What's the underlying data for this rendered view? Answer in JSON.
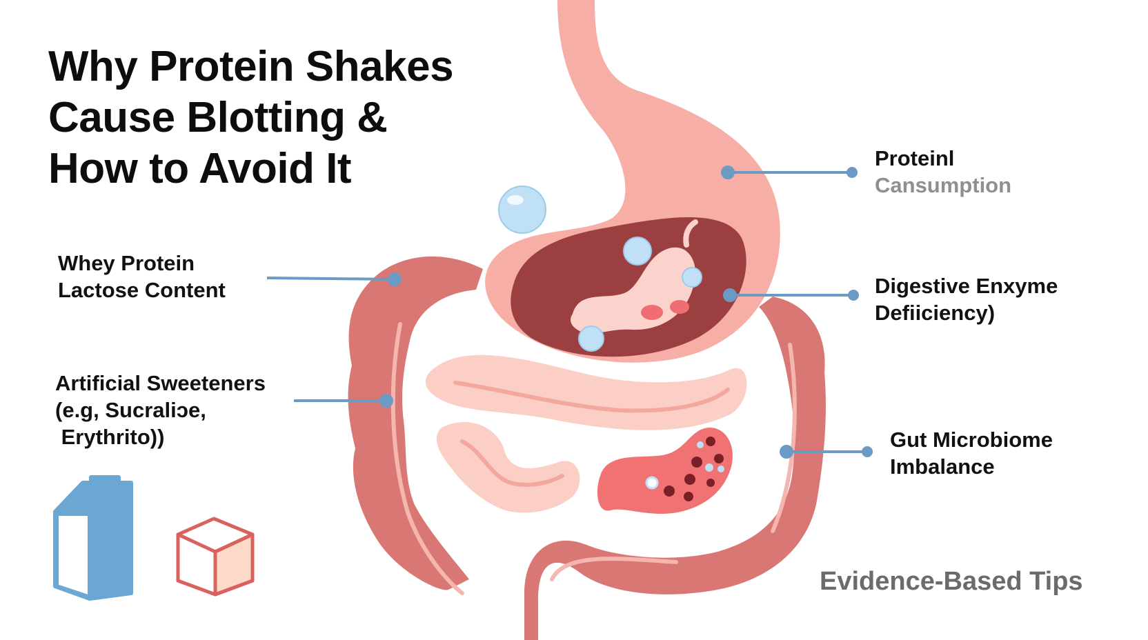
{
  "title": {
    "line1": "Why Protein Shakes",
    "line2": "Cause Blotting &",
    "line3": "How to Avoid It"
  },
  "labels": {
    "protein_consumption": {
      "line1": "Proteinl",
      "line2": "Cansumption"
    },
    "whey_lactose": {
      "line1": "Whey Protein",
      "line2": "Lactose Content"
    },
    "enzyme_deficiency": {
      "line1": "Digestive Enxyme",
      "line2": "Defiiciency)"
    },
    "sweeteners": {
      "line1": "Artificial Sweeteners",
      "line2": "(e.g, Sucraliↄe,",
      "line3": " Erythrito))"
    },
    "microbiome": {
      "line1": "Gut Microbiome",
      "line2": "Imbalance"
    }
  },
  "footer": {
    "tips": "Evidence-Based Tips"
  },
  "colors": {
    "stomach": "#f7aea6",
    "stomach_inner": "#9c3f40",
    "colon": "#d97774",
    "colon_light": "#f4b6ae",
    "small_intestine": "#fbcfc6",
    "leader_line": "#6b9ac4",
    "bubble": "#bfe0f5",
    "milk_carton": "#6aa7d3",
    "sugar_cube": "#d9625e"
  },
  "icons": [
    "bubble-icon",
    "milk-carton-icon",
    "sugar-cube-icon",
    "bacteria-icon"
  ]
}
